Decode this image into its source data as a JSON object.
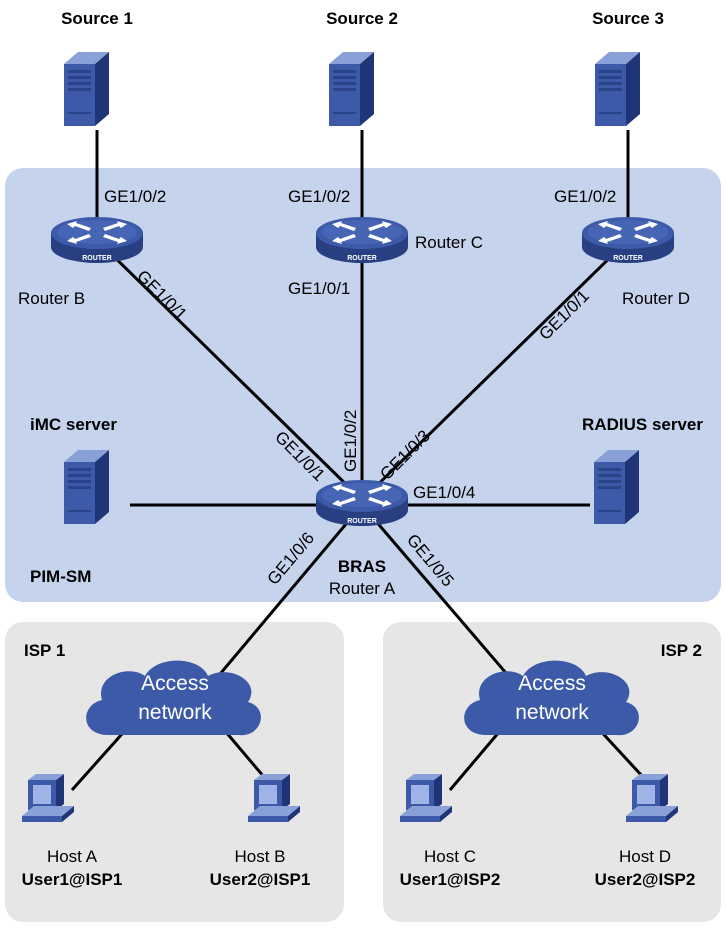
{
  "sources": [
    "Source 1",
    "Source 2",
    "Source 3"
  ],
  "routers": {
    "b": "Router B",
    "c": "Router C",
    "d": "Router D",
    "a_role": "BRAS",
    "a": "Router A",
    "badge": "ROUTER"
  },
  "servers": {
    "imc": "iMC server",
    "radius": "RADIUS server"
  },
  "protocol": "PIM-SM",
  "interfaces": {
    "b_src": "GE1/0/2",
    "b_up": "GE1/0/1",
    "c_src": "GE1/0/2",
    "c_up": "GE1/0/1",
    "d_src": "GE1/0/2",
    "d_up": "GE1/0/1",
    "a_b": "GE1/0/1",
    "a_c": "GE1/0/2",
    "a_d": "GE1/0/3",
    "a_radius": "GE1/0/4",
    "a_isp2": "GE1/0/5",
    "a_isp1": "GE1/0/6"
  },
  "isp1": {
    "name": "ISP 1",
    "cloud": [
      "Access",
      "network"
    ],
    "host_a": "Host A",
    "user_a": "User1@ISP1",
    "host_b": "Host B",
    "user_b": "User2@ISP1"
  },
  "isp2": {
    "name": "ISP 2",
    "cloud": [
      "Access",
      "network"
    ],
    "host_c": "Host C",
    "user_c": "User1@ISP2",
    "host_d": "Host D",
    "user_d": "User2@ISP2"
  },
  "colors": {
    "core_zone": "#c6d3ec",
    "isp_zone": "#e6e6e6",
    "device": "#3d5aa8",
    "device_dark": "#283f82",
    "link": "#000000"
  }
}
